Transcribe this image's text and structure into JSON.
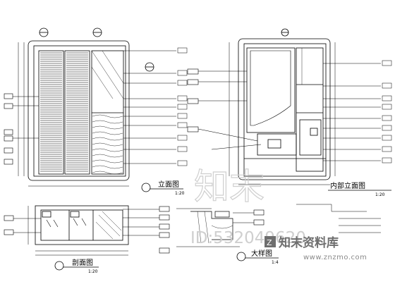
{
  "views": {
    "elevation": {
      "title": "立面图",
      "scale": "1:20"
    },
    "internal_elevation": {
      "title": "内部立面图",
      "scale": "1:20"
    },
    "section": {
      "title": "剖面图",
      "scale": "1:20"
    },
    "detail": {
      "title": "大样图",
      "scale": "1:4"
    }
  },
  "watermark": {
    "big": "知末",
    "id": "ID:532049620",
    "brand": "知末资料库",
    "url": "www.znzmo.com"
  },
  "colors": {
    "line": "#000000",
    "watermark": "#cfcfcf",
    "brand": "#6e6e6e"
  }
}
